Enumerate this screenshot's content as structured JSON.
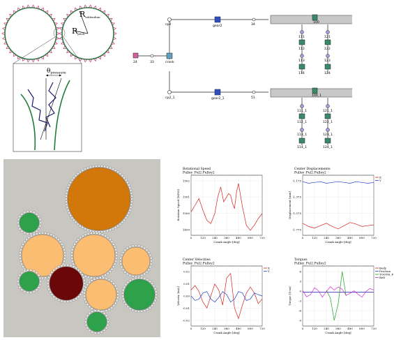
{
  "gear_diagram": {
    "r_addendum_main": "R",
    "r_addendum_sub": "addendum",
    "r_pitch_main": "R",
    "r_pitch_sub": "pitch",
    "theta_main": "θ",
    "theta_sub": "pressure",
    "colors": {
      "gear": "#1e7d3a",
      "teeth": "#cc2b78",
      "tooth_profile": "#1a1a6e"
    }
  },
  "block_model": {
    "nodes": [
      {
        "label": "cp2"
      },
      {
        "label": "gear2"
      },
      {
        "label": "34"
      },
      {
        "label": "100"
      },
      {
        "label": "111"
      },
      {
        "label": "112"
      },
      {
        "label": "113"
      },
      {
        "label": "114"
      },
      {
        "label": "121"
      },
      {
        "label": "122"
      },
      {
        "label": "123"
      },
      {
        "label": "124"
      },
      {
        "label": "24"
      },
      {
        "label": "33"
      },
      {
        "label": "crank"
      },
      {
        "label": "cp2_1"
      },
      {
        "label": "gear2_1"
      },
      {
        "label": "51"
      },
      {
        "label": "100_1"
      },
      {
        "label": "111_1"
      },
      {
        "label": "112_1"
      },
      {
        "label": "113_1"
      },
      {
        "label": "114_1"
      },
      {
        "label": "121_1"
      },
      {
        "label": "122_1"
      },
      {
        "label": "123_1"
      },
      {
        "label": "124_1"
      }
    ]
  },
  "viewport_3d": {
    "colors": {
      "background": "#c8c6c0",
      "orange_large": "#d2770a",
      "peach": "#fbbd72",
      "green": "#2da24a",
      "maroon": "#6b0708"
    }
  },
  "plots": [
    {
      "title": "Rotational Speed",
      "subtitle": "Pulley_Pul2.Pulley2",
      "ylabel": "Rotation Speed [RPM]",
      "xlabel": "Crank Angle [deg]",
      "yticks": [
        "1502",
        "1501",
        "1500",
        "1499"
      ],
      "xticks": [
        "0",
        "120",
        "240",
        "360",
        "480",
        "600",
        "720"
      ],
      "legend": []
    },
    {
      "title": "Center Displacements",
      "subtitle": "Pulley_Pul2.Pulley2",
      "ylabel": "Displacement [mm]",
      "xlabel": "Crank Angle [deg]",
      "yticks": [
        "-1.175",
        "-1.375",
        "-1.575",
        "-1.775"
      ],
      "xticks": [
        "0",
        "120",
        "240",
        "360",
        "480",
        "600",
        "720"
      ],
      "legend": [
        "X",
        "Y"
      ]
    },
    {
      "title": "Center Velocities",
      "subtitle": "Pulley_Pul2.Pulley2",
      "ylabel": "Velocity [m/s]",
      "xlabel": "Crank Angle [deg]",
      "yticks": [
        "0.02",
        "0.01",
        "0.00",
        "-0.01",
        "-0.02"
      ],
      "xticks": [
        "0",
        "120",
        "240",
        "360",
        "480",
        "600",
        "720"
      ],
      "legend": [
        "X",
        "Y"
      ]
    },
    {
      "title": "Torques",
      "subtitle": "Pulley_Pul2.Pulley2",
      "ylabel": "Torque [N-m]",
      "xlabel": "Crank Angle [deg]",
      "yticks": [
        "6",
        "3",
        "0",
        "-3",
        "-6",
        "-9"
      ],
      "xticks": [
        "0",
        "120",
        "240",
        "360",
        "480",
        "600",
        "720"
      ],
      "legend": [
        "Body",
        "Friction",
        "TOOTH_F",
        "Belt"
      ]
    }
  ],
  "chart_data": [
    {
      "type": "line",
      "title": "Rotational Speed",
      "subtitle": "Pulley_Pul2.Pulley2",
      "xlabel": "Crank Angle [deg]",
      "ylabel": "Rotation Speed [RPM]",
      "xlim": [
        0,
        720
      ],
      "ylim": [
        1498.6,
        1502.2
      ],
      "x": [
        0,
        40,
        80,
        120,
        160,
        200,
        240,
        270,
        300,
        330,
        360,
        380,
        400,
        420,
        440,
        460,
        480,
        520,
        560,
        600,
        640,
        680,
        720
      ],
      "series": [
        {
          "color": "#d62020",
          "values": [
            1500.0,
            1500.4,
            1500.8,
            1500.1,
            1499.5,
            1499.3,
            1499.9,
            1500.9,
            1501.5,
            1500.6,
            1500.9,
            1501.1,
            1501.0,
            1500.5,
            1500.2,
            1501.2,
            1501.7,
            1500.3,
            1499.2,
            1498.9,
            1499.2,
            1499.6,
            1499.9
          ]
        }
      ]
    },
    {
      "type": "line",
      "title": "Center Displacements",
      "subtitle": "Pulley_Pul2.Pulley2",
      "xlabel": "Crank Angle [deg]",
      "ylabel": "Displacement [mm]",
      "xlim": [
        0,
        720
      ],
      "ylim": [
        -1.85,
        -1.1
      ],
      "x": [
        0,
        60,
        120,
        180,
        240,
        300,
        360,
        420,
        480,
        540,
        600,
        660,
        720
      ],
      "series": [
        {
          "name": "X",
          "color": "#d62020",
          "values": [
            -1.7,
            -1.74,
            -1.76,
            -1.73,
            -1.7,
            -1.74,
            -1.77,
            -1.73,
            -1.69,
            -1.71,
            -1.74,
            -1.73,
            -1.72
          ]
        },
        {
          "name": "Y",
          "color": "#2040d0",
          "values": [
            -1.18,
            -1.2,
            -1.19,
            -1.18,
            -1.2,
            -1.19,
            -1.18,
            -1.19,
            -1.2,
            -1.18,
            -1.19,
            -1.2,
            -1.19
          ]
        }
      ]
    },
    {
      "type": "line",
      "title": "Center Velocities",
      "subtitle": "Pulley_Pul2.Pulley2",
      "xlabel": "Crank Angle [deg]",
      "ylabel": "Velocity [m/s]",
      "xlim": [
        0,
        720
      ],
      "ylim": [
        -0.02,
        0.02
      ],
      "x": [
        0,
        40,
        80,
        120,
        160,
        200,
        240,
        280,
        320,
        360,
        400,
        440,
        480,
        520,
        560,
        600,
        640,
        680,
        720
      ],
      "series": [
        {
          "name": "X",
          "color": "#d62020",
          "values": [
            0.004,
            0.007,
            0.003,
            -0.004,
            -0.008,
            0.0,
            0.008,
            0.004,
            -0.006,
            0.012,
            0.015,
            -0.008,
            -0.015,
            -0.006,
            0.002,
            0.006,
            0.002,
            -0.005,
            -0.002
          ]
        },
        {
          "name": "Y",
          "color": "#2040d0",
          "values": [
            0.0,
            -0.003,
            -0.002,
            0.002,
            0.003,
            -0.002,
            -0.004,
            -0.001,
            0.003,
            0.001,
            -0.004,
            -0.002,
            0.003,
            0.002,
            -0.003,
            -0.002,
            0.002,
            0.001,
            0.0
          ]
        }
      ]
    },
    {
      "type": "line",
      "title": "Torques",
      "subtitle": "Pulley_Pul2.Pulley2",
      "xlabel": "Crank Angle [deg]",
      "ylabel": "Torque [N-m]",
      "xlim": [
        0,
        720
      ],
      "ylim": [
        -9,
        7
      ],
      "x": [
        0,
        40,
        80,
        120,
        160,
        200,
        240,
        280,
        320,
        360,
        400,
        440,
        480,
        520,
        560,
        600,
        640,
        680,
        720
      ],
      "series": [
        {
          "name": "Body",
          "color": "#d62020",
          "values": [
            0.0,
            0.0,
            0.0,
            0.0,
            0.0,
            0.0,
            0.0,
            0.0,
            0.0,
            0.0,
            0.0,
            0.0,
            0.0,
            0.0,
            0.0,
            0.0,
            0.0,
            0.0,
            0.0
          ]
        },
        {
          "name": "Friction",
          "color": "#2040d0",
          "values": [
            0.0,
            0.0,
            0.0,
            0.0,
            0.0,
            0.0,
            0.0,
            0.0,
            0.0,
            0.0,
            0.0,
            0.0,
            0.0,
            0.0,
            0.0,
            0.0,
            0.0,
            0.0,
            0.0
          ]
        },
        {
          "name": "TOOTH_F",
          "color": "#1ea01e",
          "values": [
            null,
            null,
            null,
            null,
            null,
            null,
            0.5,
            -1.5,
            -7.5,
            -3.0,
            5.5,
            -1.0,
            null,
            null,
            null,
            null,
            null,
            null,
            null
          ]
        },
        {
          "name": "Belt",
          "color": "#d030d0",
          "values": [
            0.5,
            -1.2,
            -0.6,
            1.2,
            0.4,
            -1.3,
            0.2,
            1.5,
            0.6,
            1.4,
            0.8,
            -0.8,
            -0.3,
            0.4,
            -0.5,
            -1.3,
            0.2,
            1.0,
            0.6
          ]
        }
      ]
    }
  ]
}
